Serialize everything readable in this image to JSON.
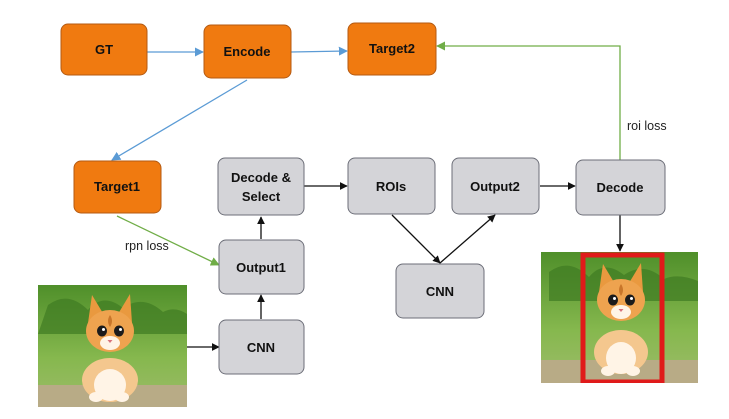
{
  "colors": {
    "orange_fill": "#f07a10",
    "orange_stroke": "#b45a12",
    "gray_fill": "#d4d4d8",
    "gray_stroke": "#6c6e78",
    "arrow_blue": "#5b9bd5",
    "arrow_green": "#70ad47",
    "arrow_black": "#111111",
    "bbox_red": "#e01a1a"
  },
  "nodes": {
    "gt": "GT",
    "encode": "Encode",
    "target2": "Target2",
    "target1": "Target1",
    "decode_select_line1": "Decode &",
    "decode_select_line2": "Select",
    "rois": "ROIs",
    "output2": "Output2",
    "decode": "Decode",
    "output1": "Output1",
    "cnn_left": "CNN",
    "cnn_right": "CNN"
  },
  "edge_labels": {
    "rpn_loss": "rpn loss",
    "roi_loss": "roi loss"
  },
  "images": {
    "input": "kitten-photo",
    "output": "kitten-photo-with-detection-box"
  }
}
